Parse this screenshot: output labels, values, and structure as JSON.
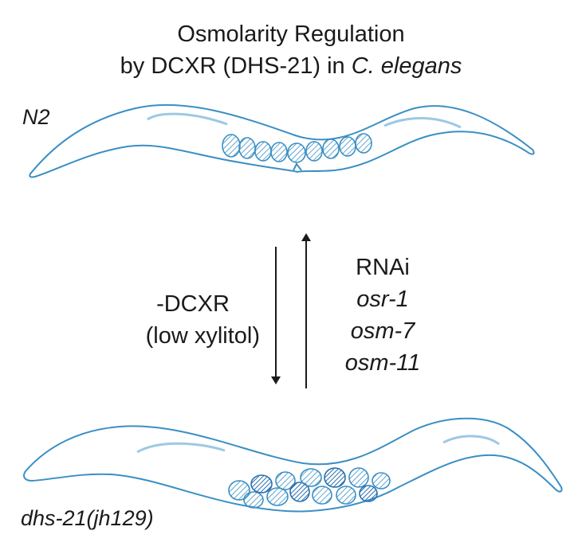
{
  "title": {
    "line1": "Osmolarity Regulation",
    "line2_prefix": "by DCXR (DHS-21) in ",
    "line2_italic": "C. elegans"
  },
  "strain_top": "N2",
  "strain_bottom": "dhs-21(jh129)",
  "down_arrow": {
    "line1": "-DCXR",
    "line2": "(low xylitol)"
  },
  "up_arrow": {
    "line1": "RNAi",
    "genes": [
      "osr-1",
      "osm-7",
      "osm-11"
    ]
  },
  "colors": {
    "outline": "#3a8fc4",
    "gut": "#9cc9e2",
    "egg_light": "#7fb7dc",
    "egg_dark": "#2a6fae",
    "text": "#1a1a1a"
  }
}
